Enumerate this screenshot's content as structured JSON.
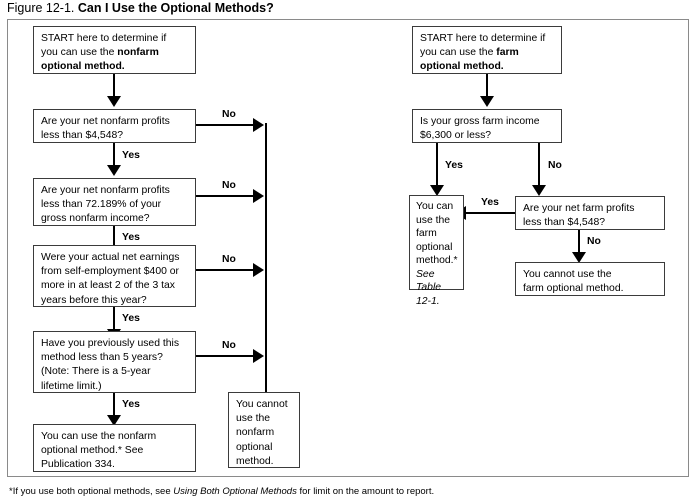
{
  "figure": {
    "number": "Figure 12-1.",
    "title": "Can I Use the Optional Methods?"
  },
  "footnote": {
    "lead": "*If you use both optional methods, see ",
    "italic": "Using Both Optional Methods",
    "tail": " for limit on the amount to report."
  },
  "nonfarm_branch": {
    "start": {
      "line1": "START here to determine if",
      "line2": "you can use the ",
      "bold2": "nonfarm",
      "bold3": "optional method."
    },
    "q1": {
      "line1": "Are your net nonfarm profits",
      "line2": "less than $4,548?"
    },
    "q2": {
      "line1": "Are your net nonfarm profits",
      "line2": "less than 72.189% of your",
      "line3": "gross nonfarm income?"
    },
    "q3": {
      "line1": "Were your actual net earnings",
      "line2": "from self-employment $400 or",
      "line3": "more in at least 2 of the 3 tax",
      "line4": "years before this year?"
    },
    "q4": {
      "line1": "Have you previously used this",
      "line2": "method less than 5 years?",
      "line3": "(Note: There is a 5-year",
      "line4": "lifetime limit.)"
    },
    "result_yes": {
      "line1": "You can use the nonfarm",
      "line2": "optional method.* See",
      "line3": "Publication 334."
    },
    "result_no": {
      "line1": "You cannot",
      "line2": "use the",
      "line3": "nonfarm",
      "line4": "optional",
      "line5": "method."
    },
    "labels": {
      "yes": "Yes",
      "no": "No"
    }
  },
  "farm_branch": {
    "start": {
      "line1": "START here to determine if",
      "line2": "you can use the ",
      "bold2": "farm",
      "bold3": "optional method."
    },
    "q1": {
      "line1": "Is your gross farm income",
      "line2": "$6,300 or less?"
    },
    "q2": {
      "line1": "Are your net farm profits",
      "line2": "less than $4,548?"
    },
    "result_yes": {
      "line1": "You can",
      "line2": "use the",
      "line3": "farm",
      "line4": "optional",
      "line5": "method.*",
      "italic1": "See Table",
      "italic2": "12-1."
    },
    "result_no": {
      "line1": "You cannot use the",
      "line2": "farm optional method."
    },
    "labels": {
      "yes": "Yes",
      "no": "No"
    }
  },
  "colors": {
    "ink": "#000000",
    "box_border": "#3b3b3b",
    "frame_border": "#8a8a8a",
    "background": "#ffffff"
  }
}
